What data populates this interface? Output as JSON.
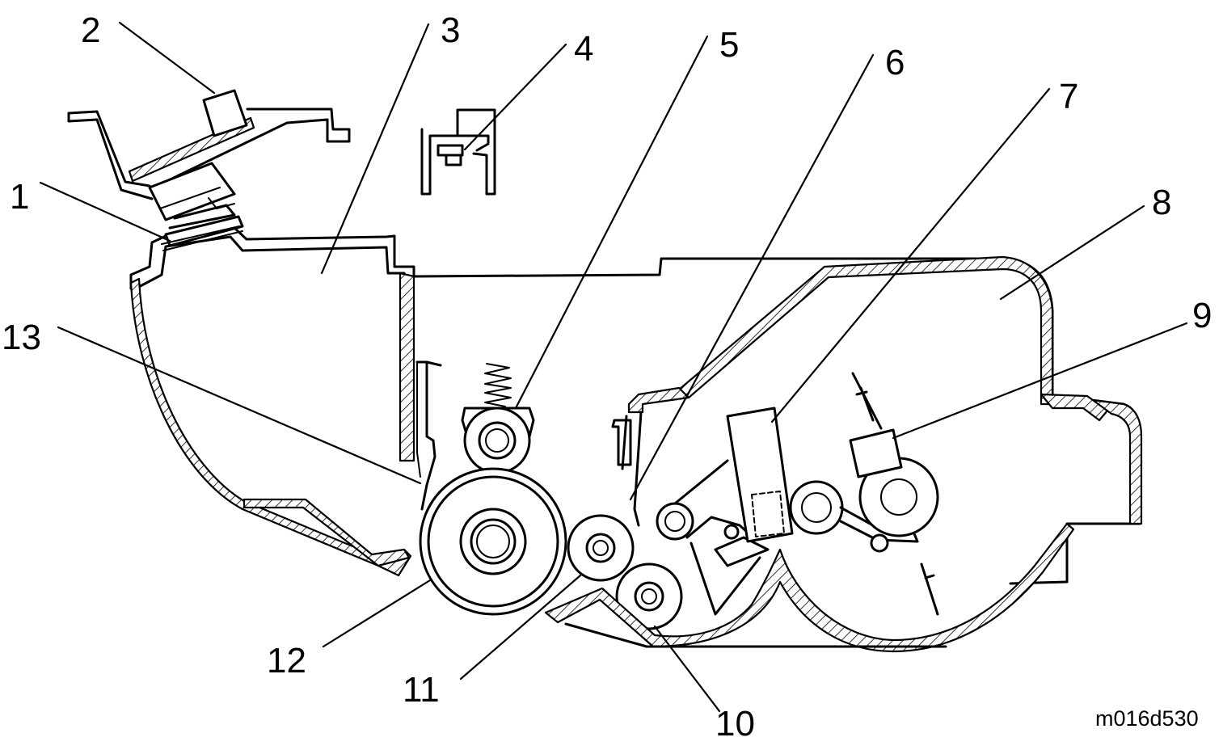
{
  "figure_id": "m016d530",
  "callouts": [
    {
      "id": "1",
      "label": "1"
    },
    {
      "id": "2",
      "label": "2"
    },
    {
      "id": "3",
      "label": "3"
    },
    {
      "id": "4",
      "label": "4"
    },
    {
      "id": "5",
      "label": "5"
    },
    {
      "id": "6",
      "label": "6"
    },
    {
      "id": "7",
      "label": "7"
    },
    {
      "id": "8",
      "label": "8"
    },
    {
      "id": "9",
      "label": "9"
    },
    {
      "id": "10",
      "label": "10"
    },
    {
      "id": "11",
      "label": "11"
    },
    {
      "id": "12",
      "label": "12"
    },
    {
      "id": "13",
      "label": "13"
    }
  ]
}
